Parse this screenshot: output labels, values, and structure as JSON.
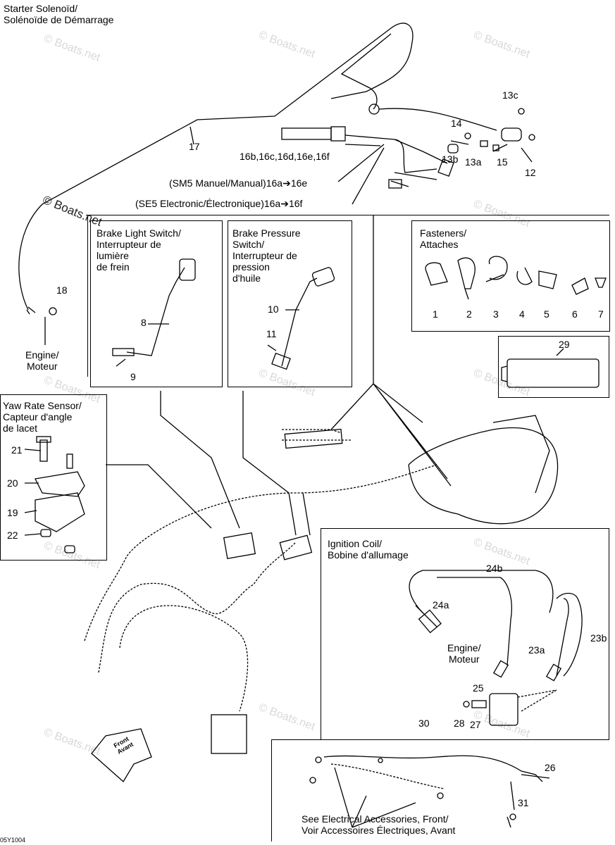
{
  "titles": {
    "starter": [
      "Starter Solenoïd/",
      "Solénoïde de Démarrage"
    ],
    "brake_light": [
      "Brake Light Switch/",
      "Interrupteur de",
      "lumière",
      "de frein"
    ],
    "brake_pressure": [
      "Brake Pressure",
      "Switch/",
      "Interrupteur de",
      "pression",
      "d'huile"
    ],
    "fasteners": [
      "Fasteners/",
      "Attaches"
    ],
    "yaw": [
      "Yaw Rate Sensor/",
      "Capteur d'angle",
      "de lacet"
    ],
    "ignition": [
      "Ignition Coil/",
      "Bobine d'allumage"
    ],
    "engine_left": [
      "Engine/",
      "Moteur"
    ],
    "engine_right": [
      "Engine/",
      "Moteur"
    ],
    "see_accessories": [
      "See Electrical Accessories, Front/",
      "Voir Accessoires Électriques, Avant"
    ],
    "front_arrow": [
      "Front",
      "Avant"
    ]
  },
  "callouts": {
    "c17": "17",
    "c16": "16b,16c,16d,16e,16f",
    "sm5": "(SM5 Manuel/Manual)16a➔16e",
    "se5": "(SE5 Electronic/Électronique)16a➔16f",
    "c13c": "13c",
    "c14": "14",
    "c13b": "13b",
    "c13a": "13a",
    "c15": "15",
    "c12": "12",
    "c18": "18",
    "c8": "8",
    "c9": "9",
    "c10": "10",
    "c11": "11",
    "f1": "1",
    "f2": "2",
    "f3": "3",
    "f4": "4",
    "f5": "5",
    "f6": "6",
    "f7": "7",
    "c29": "29",
    "c21": "21",
    "c20": "20",
    "c19": "19",
    "c22": "22",
    "c24b": "24b",
    "c24a": "24a",
    "c23a": "23a",
    "c23b": "23b",
    "c25": "25",
    "c28": "28",
    "c27": "27",
    "c30": "30",
    "c26": "26",
    "c31": "31"
  },
  "watermark": "© Boats.net",
  "watermark_main": "© Boats.net",
  "diagram_code": "05Y1004"
}
